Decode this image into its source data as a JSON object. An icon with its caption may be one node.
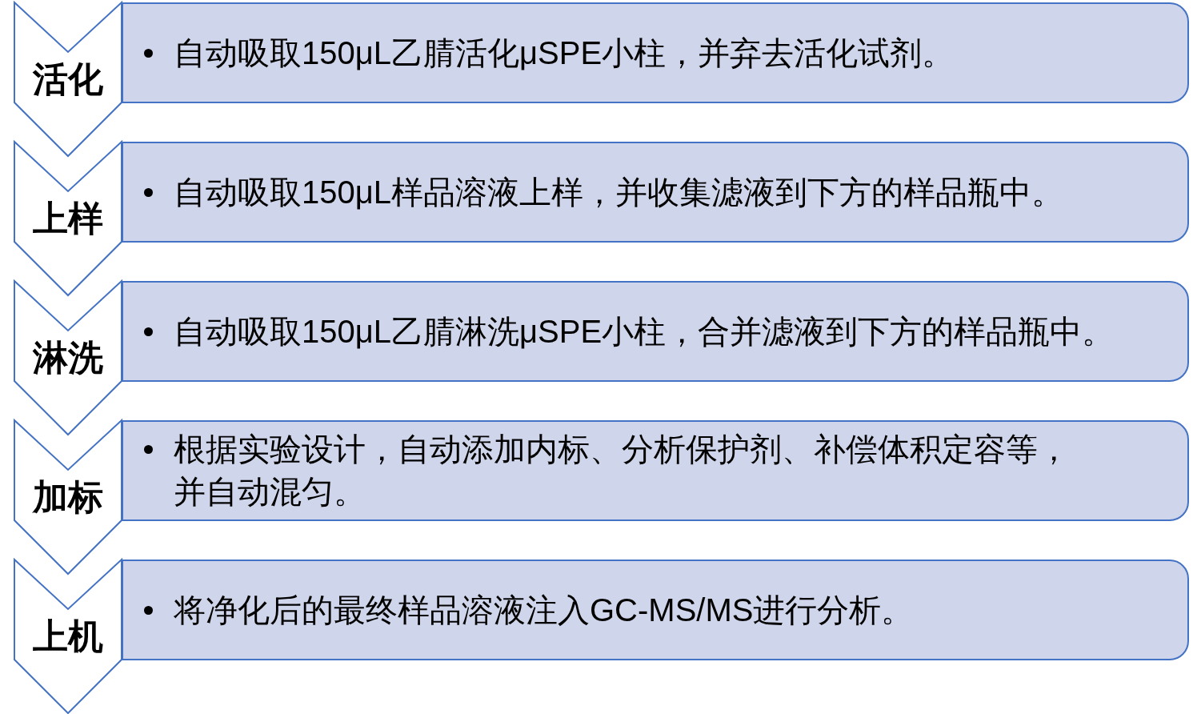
{
  "diagram": {
    "nodes": [
      {
        "text": [
          "活化"
        ]
      },
      {
        "text": [
          "自动吸取150μL乙腈活化μSPE小柱，并弃去活化试剂。"
        ]
      },
      {
        "text": [
          "上样"
        ]
      },
      {
        "text": [
          "自动吸取150μL样品溶液上样，并收集滤液到下方的样品瓶中。"
        ]
      },
      {
        "text": [
          "淋洗"
        ]
      },
      {
        "text": [
          "自动吸取150μL乙腈淋洗μSPE小柱，合并滤液到下方的样品瓶中。"
        ]
      },
      {
        "text": [
          "加标"
        ]
      },
      {
        "text": [
          "根据实验设计，自动添加内标、分析保护剂、补偿体积定容等，并自动混匀。"
        ]
      },
      {
        "text": [
          "上机"
        ]
      },
      {
        "text": [
          "将净化后的最终样品溶液注入GC-MS/MS进行分析。"
        ]
      }
    ]
  }
}
